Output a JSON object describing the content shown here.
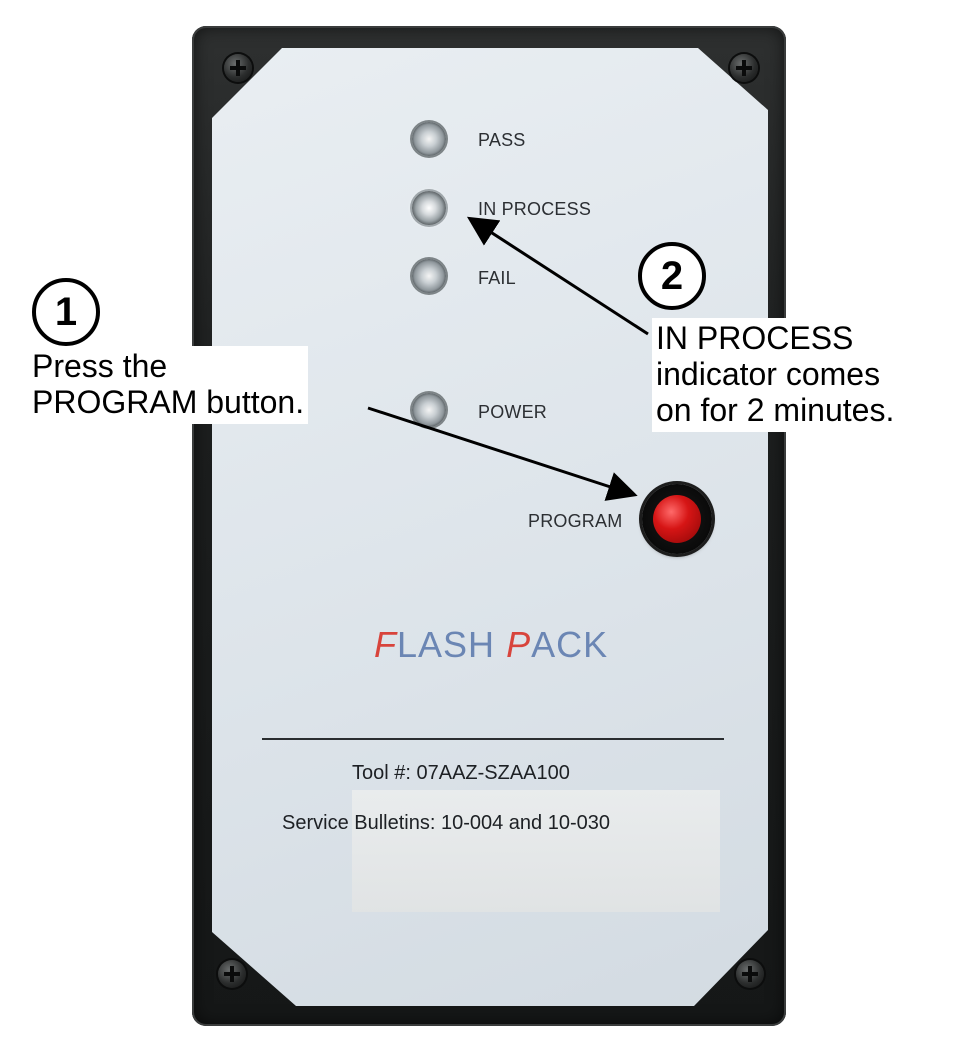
{
  "indicators": {
    "pass": "PASS",
    "in_process": "IN PROCESS",
    "fail": "FAIL",
    "power": "POWER"
  },
  "program_label": "PROGRAM",
  "brand": {
    "first_initial": "F",
    "first_rest": "LASH",
    "second_initial": "P",
    "second_rest": "ACK",
    "initial_color": "#d8443c",
    "rest_color": "#6b86b4"
  },
  "tool_number": "Tool #: 07AAZ-SZAA100",
  "service_bulletins": "Service Bulletins: 10-004 and 10-030",
  "callouts": {
    "step1": {
      "number": "1",
      "line1": "Press the",
      "line2": "PROGRAM button."
    },
    "step2": {
      "number": "2",
      "line1": "IN PROCESS",
      "line2": "indicator comes",
      "line3": "on for 2 minutes."
    }
  }
}
